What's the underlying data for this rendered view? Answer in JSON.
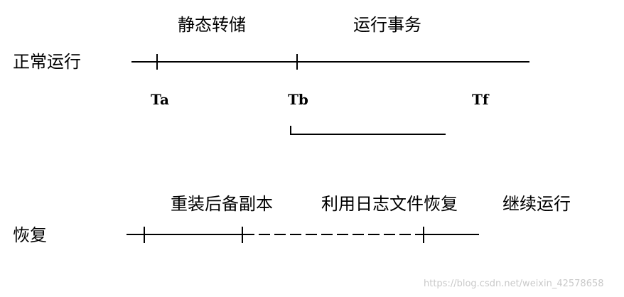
{
  "normal": {
    "row_label": "正常运行",
    "phase1": "静态转储",
    "phase2": "运行事务",
    "ticks": [
      "Ta",
      "Tb",
      "Tf"
    ]
  },
  "recovery": {
    "row_label": "恢复",
    "phase1": "重装后备副本",
    "phase2": "利用日志文件恢复",
    "phase3": "继续运行"
  },
  "watermark": "https://blog.csdn.net/weixin_42578658"
}
